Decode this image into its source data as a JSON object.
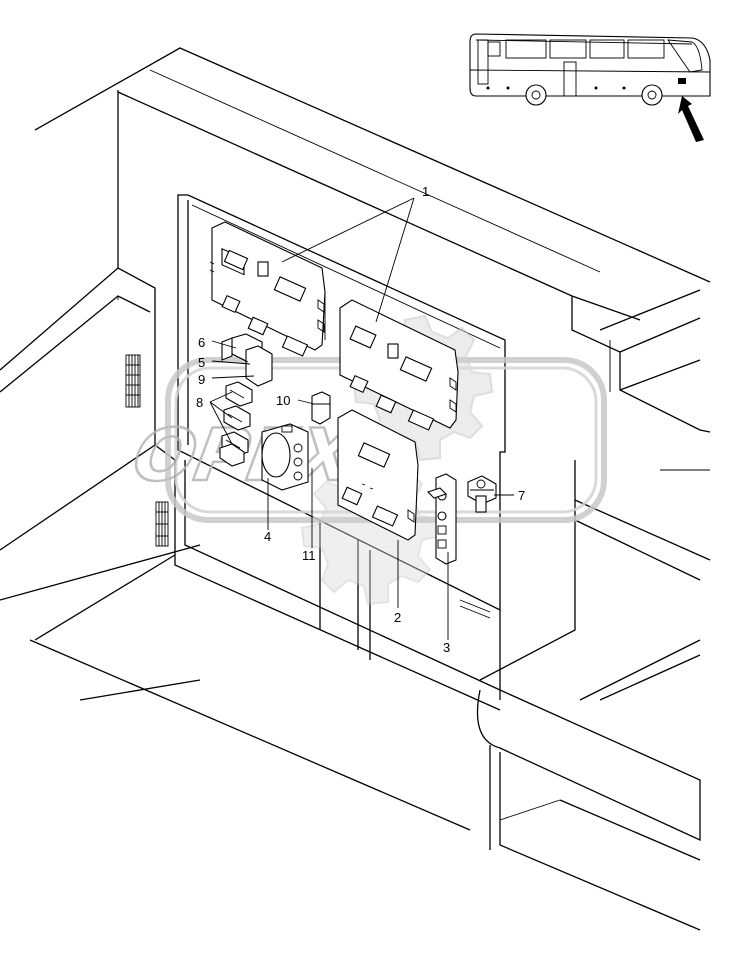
{
  "diagram": {
    "callouts": [
      {
        "id": "c1",
        "text": "1"
      },
      {
        "id": "c2",
        "text": "2"
      },
      {
        "id": "c3",
        "text": "3"
      },
      {
        "id": "c4",
        "text": "4"
      },
      {
        "id": "c5",
        "text": "5"
      },
      {
        "id": "c6",
        "text": "6"
      },
      {
        "id": "c7",
        "text": "7"
      },
      {
        "id": "c8",
        "text": "8"
      },
      {
        "id": "c9",
        "text": "9"
      },
      {
        "id": "c10",
        "text": "10"
      },
      {
        "id": "c11",
        "text": "11"
      }
    ],
    "watermark": "OPEX",
    "inset": "bus-locator"
  }
}
